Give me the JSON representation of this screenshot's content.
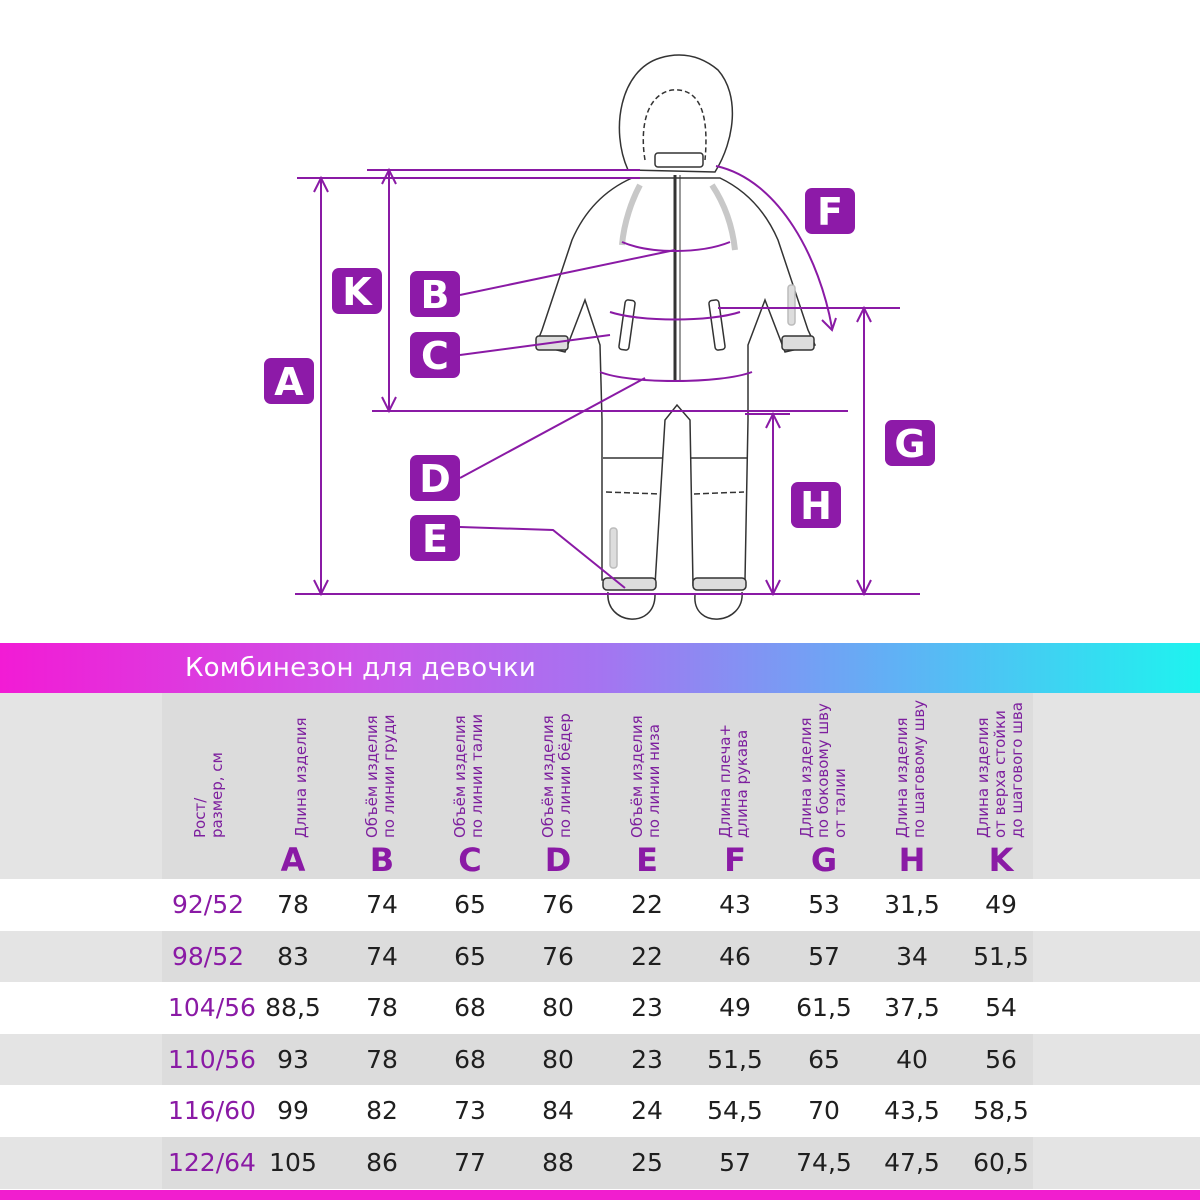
{
  "colors": {
    "accent": "#8a1aa5",
    "badge": "#8d1aa8",
    "line": "#8a1aa5",
    "banner_start": "#f21bd5",
    "banner_end": "#1ef3ef",
    "header_bg": "#dcdcdc",
    "row_stripe": "#dcdcdc"
  },
  "diagram": {
    "badges": {
      "A": "A",
      "B": "B",
      "C": "C",
      "D": "D",
      "E": "E",
      "F": "F",
      "G": "G",
      "H": "H",
      "K": "K"
    }
  },
  "table": {
    "title": "Комбинезон для девочки",
    "size_header": [
      "Рост/",
      "размер, см"
    ],
    "columns": [
      {
        "letter": "A",
        "desc": [
          "Длина изделия"
        ]
      },
      {
        "letter": "B",
        "desc": [
          "Объём изделия",
          "по линии груди"
        ]
      },
      {
        "letter": "C",
        "desc": [
          "Объём изделия",
          "по линии талии"
        ]
      },
      {
        "letter": "D",
        "desc": [
          "Объём изделия",
          "по линии бёдер"
        ]
      },
      {
        "letter": "E",
        "desc": [
          "Объём изделия",
          "по линии низа"
        ]
      },
      {
        "letter": "F",
        "desc": [
          "Длина плеча+",
          "длина рукава"
        ]
      },
      {
        "letter": "G",
        "desc": [
          "Длина изделия",
          "по боковому шву",
          "от талии"
        ]
      },
      {
        "letter": "H",
        "desc": [
          "Длина изделия",
          "по шаговому шву"
        ]
      },
      {
        "letter": "K",
        "desc": [
          "Длина изделия",
          "от верха стойки",
          "до шагового шва"
        ]
      }
    ],
    "rows": [
      {
        "size": "92/52",
        "values": [
          "78",
          "74",
          "65",
          "76",
          "22",
          "43",
          "53",
          "31,5",
          "49"
        ]
      },
      {
        "size": "98/52",
        "values": [
          "83",
          "74",
          "65",
          "76",
          "22",
          "46",
          "57",
          "34",
          "51,5"
        ]
      },
      {
        "size": "104/56",
        "values": [
          "88,5",
          "78",
          "68",
          "80",
          "23",
          "49",
          "61,5",
          "37,5",
          "54"
        ]
      },
      {
        "size": "110/56",
        "values": [
          "93",
          "78",
          "68",
          "80",
          "23",
          "51,5",
          "65",
          "40",
          "56"
        ]
      },
      {
        "size": "116/60",
        "values": [
          "99",
          "82",
          "73",
          "84",
          "24",
          "54,5",
          "70",
          "43,5",
          "58,5"
        ]
      },
      {
        "size": "122/64",
        "values": [
          "105",
          "86",
          "77",
          "88",
          "25",
          "57",
          "74,5",
          "47,5",
          "60,5"
        ]
      }
    ]
  }
}
